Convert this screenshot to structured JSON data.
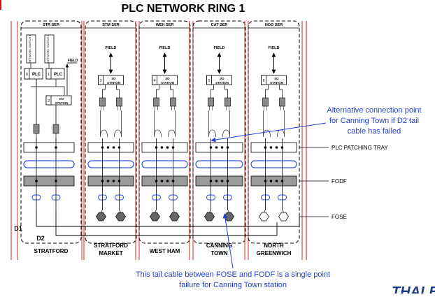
{
  "title": "PLC NETWORK RING 1",
  "stations": [
    {
      "code": "STR SER",
      "name_lines": [
        "STRATFORD"
      ],
      "io": "2"
    },
    {
      "code": "STM SER",
      "name_lines": [
        "STRATFORD",
        "MARKET"
      ],
      "io": "3"
    },
    {
      "code": "WEH SER",
      "name_lines": [
        "WEST HAM"
      ],
      "io": "4"
    },
    {
      "code": "CAT SER",
      "name_lines": [
        "CANNING",
        "TOWN"
      ],
      "io": "5"
    },
    {
      "code": "NOG SER",
      "name_lines": [
        "NORTH",
        "GREENWICH"
      ],
      "io": "6"
    }
  ],
  "stratford_equipment": {
    "switch1": "NETWORK SWITCH 1",
    "switch2": "NETWORK SWITCH 2",
    "plc1_num": "0",
    "plc2_num": "1",
    "plc_label": "PLC"
  },
  "field_label": "FIELD",
  "io_label": "I/O",
  "station_label": "STATION",
  "lines": {
    "d1": "D1",
    "d2": "D2"
  },
  "side_labels": {
    "plc_patching_tray": "PLC PATCHING TRAY",
    "fodf": "FODF",
    "fose": "FOSE"
  },
  "annotation_top": [
    "Alternative connection point",
    "for Canning Town if D2 tail",
    "cable has failed"
  ],
  "annotation_bottom": [
    "This tail cable between FOSE and FODF is a single point",
    "failure for Canning Town station"
  ],
  "colors": {
    "annotation": "#1f3fd6",
    "accent_red": "#d01010",
    "fodf_gray": "#9a9a9a",
    "oval_blue": "#3050e0"
  }
}
